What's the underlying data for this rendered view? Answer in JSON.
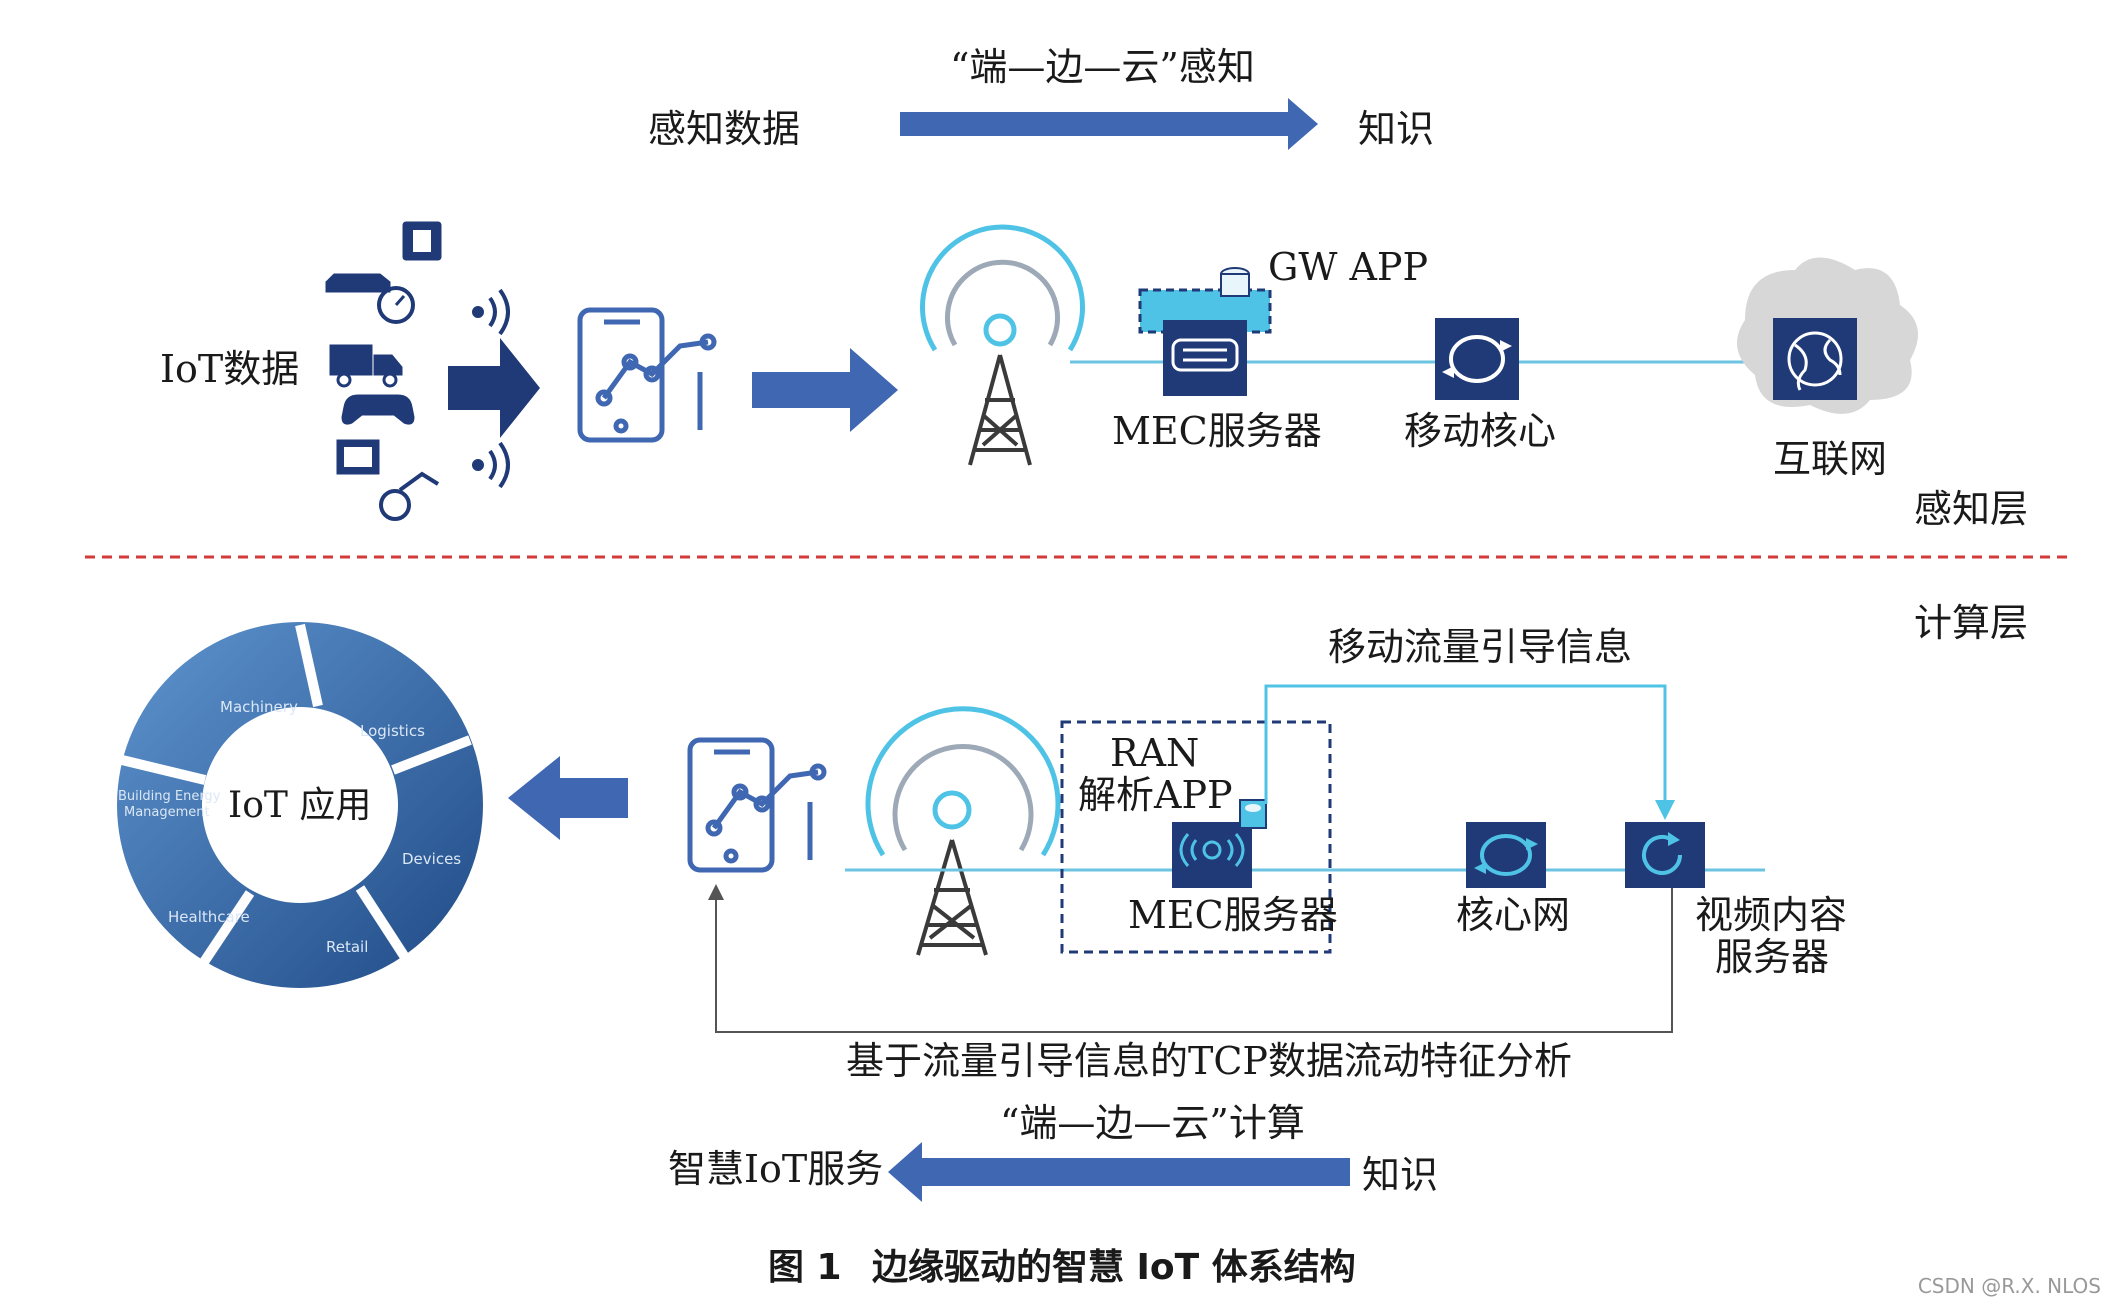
{
  "top": {
    "flow_title": "“端—边—云”感知",
    "from_label": "感知数据",
    "to_label": "知识"
  },
  "sense_layer": {
    "iot_data_label": "IoT数据",
    "gw_app_label": "GW APP",
    "mec_label": "MEC服务器",
    "mobile_core_label": "移动核心",
    "internet_label": "互联网",
    "layer_label": "感知层"
  },
  "compute_layer": {
    "layer_label": "计算层",
    "traffic_info_label": "移动流量引导信息",
    "ran_label": "RAN",
    "ran_app_label": "解析APP",
    "mec_label": "MEC服务器",
    "core_net_label": "核心网",
    "video_server_line1": "视频内容",
    "video_server_line2": "服务器",
    "tcp_analysis_label": "基于流量引导信息的TCP数据流动特征分析",
    "iot_app_label": "IoT 应用",
    "ring_segments": [
      "Machinery",
      "Logistics",
      "Devices",
      "Retail",
      "Healthcare",
      "Building Energy",
      "Management"
    ]
  },
  "bottom": {
    "flow_title": "“端—边—云”计算",
    "from_label": "知识",
    "to_label": "智慧IoT服务"
  },
  "caption": {
    "figure_no": "图 1",
    "title": "边缘驱动的智慧 IoT 体系结构"
  },
  "watermark": "CSDN @R.X. NLOS",
  "colors": {
    "arrow_blue": "#3f67b2",
    "icon_dark": "#1f3a77",
    "icon_cyan": "#4fc3e6",
    "line_cyan": "#6cc4e2",
    "divider_red": "#d33a3a",
    "ring_blue": "#2c5a9c"
  }
}
